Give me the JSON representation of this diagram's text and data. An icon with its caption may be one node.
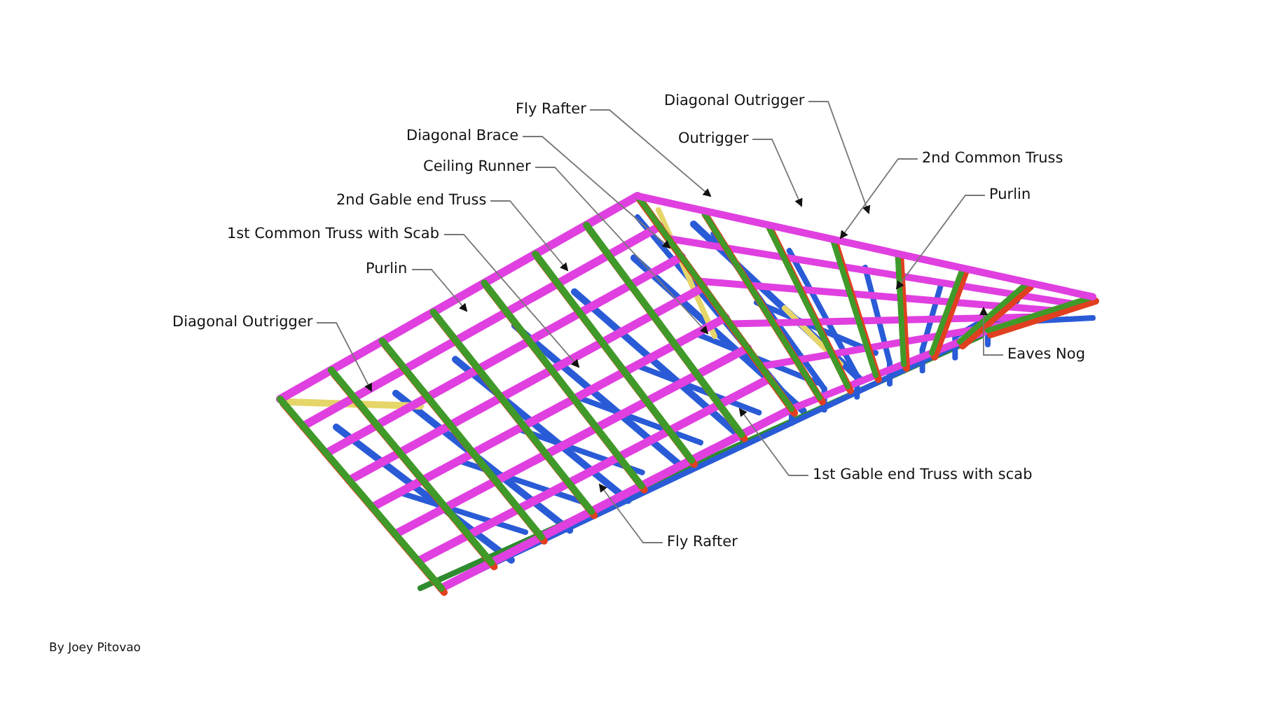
{
  "diagram": {
    "nodes": [
      {
        "text": [
          "Fly Rafter"
        ]
      },
      {
        "text": [
          "Diagonal Outrigger"
        ]
      },
      {
        "text": [
          "Diagonal Brace"
        ]
      },
      {
        "text": [
          "Outrigger"
        ]
      },
      {
        "text": [
          "Ceiling Runner"
        ]
      },
      {
        "text": [
          "2nd Common Truss"
        ]
      },
      {
        "text": [
          "2nd Gable end Truss"
        ]
      },
      {
        "text": [
          "Purlin"
        ]
      },
      {
        "text": [
          "1st Common Truss with Scab"
        ]
      },
      {
        "text": [
          "Purlin"
        ]
      },
      {
        "text": [
          "Diagonal Outrigger"
        ]
      },
      {
        "text": [
          "Eaves Nog"
        ]
      },
      {
        "text": [
          "1st Gable end Truss with scab"
        ]
      },
      {
        "text": [
          "Fly Rafter"
        ]
      }
    ],
    "edges": [
      {
        "from": 0,
        "to": null,
        "arrow": "to"
      },
      {
        "from": 1,
        "to": null,
        "arrow": "to"
      },
      {
        "from": 2,
        "to": null,
        "arrow": "to"
      },
      {
        "from": 3,
        "to": null,
        "arrow": "to"
      },
      {
        "from": 4,
        "to": null,
        "arrow": "to"
      },
      {
        "from": 5,
        "to": null,
        "arrow": "to"
      },
      {
        "from": 6,
        "to": null,
        "arrow": "to"
      },
      {
        "from": 7,
        "to": null,
        "arrow": "to"
      },
      {
        "from": 8,
        "to": null,
        "arrow": "to"
      },
      {
        "from": 9,
        "to": null,
        "arrow": "to"
      },
      {
        "from": 10,
        "to": null,
        "arrow": "to"
      },
      {
        "from": 11,
        "to": null,
        "arrow": "to"
      },
      {
        "from": 12,
        "to": null,
        "arrow": "to"
      },
      {
        "from": 13,
        "to": null,
        "arrow": "to"
      }
    ],
    "labels": [
      "By Joey Pitovao"
    ]
  }
}
